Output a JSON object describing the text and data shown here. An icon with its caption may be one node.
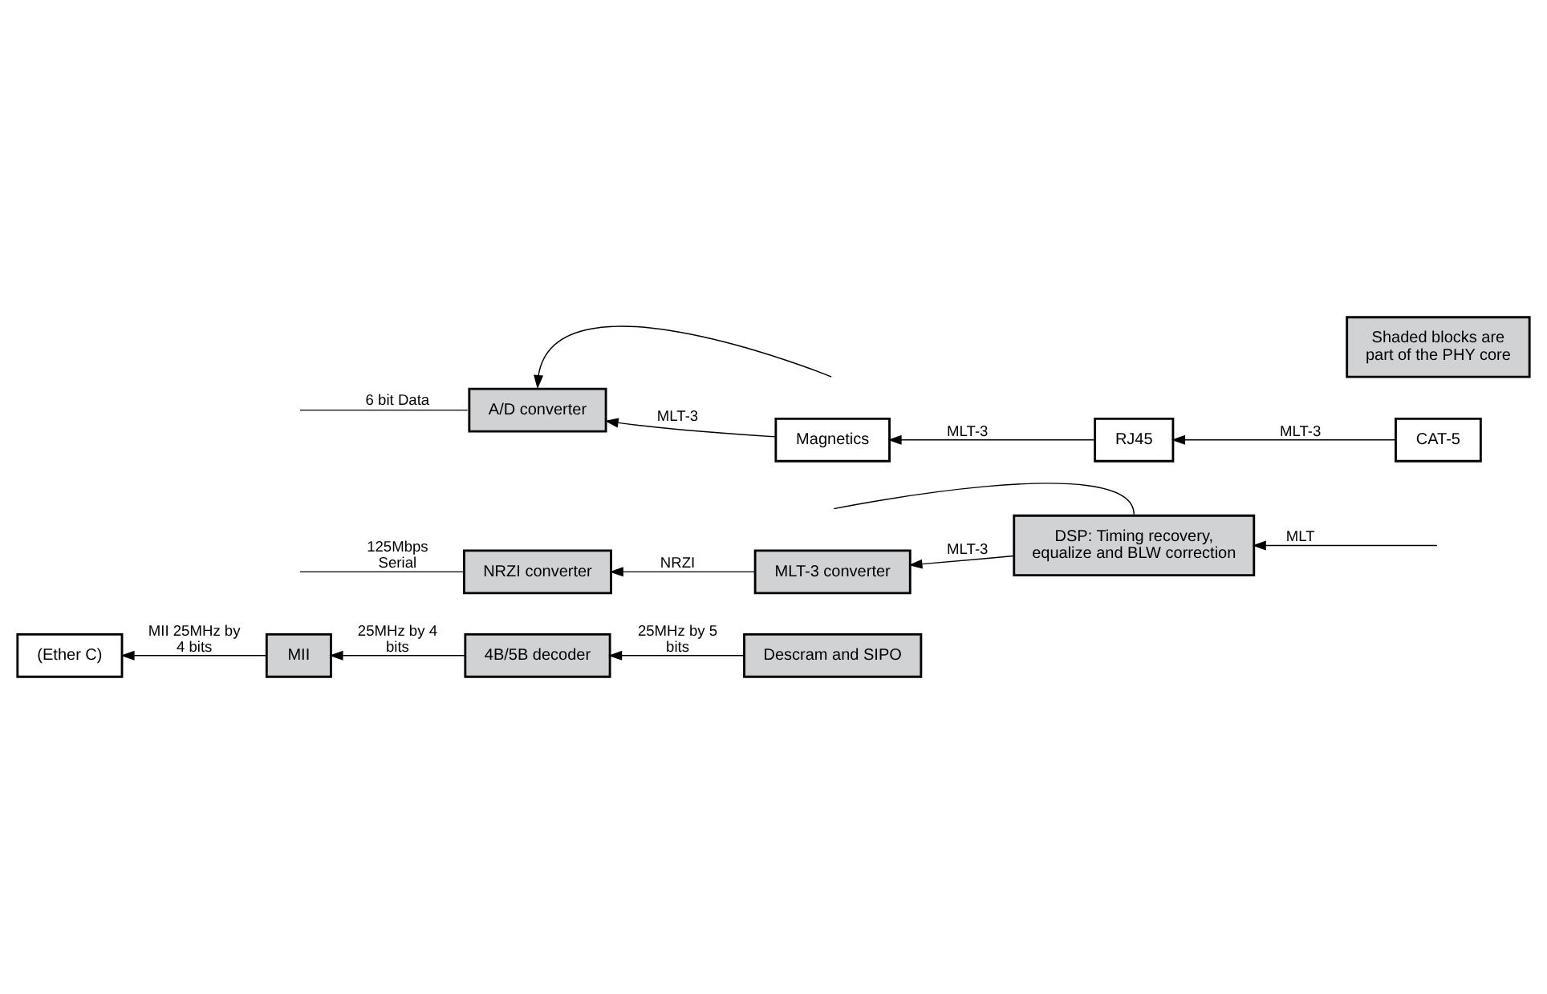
{
  "diagram": {
    "nodes": [
      {
        "text": [
          "(Ether C)"
        ]
      },
      {
        "text": [
          "MII"
        ]
      },
      {
        "text": [
          "4B/5B decoder"
        ]
      },
      {
        "text": [
          "Descram and SIPO"
        ]
      },
      {
        "text": [
          "NRZI converter"
        ]
      },
      {
        "text": [
          "MLT-3 converter"
        ]
      },
      {
        "text": [
          "DSP: Timing recovery, equalize and BLW correction"
        ]
      },
      {
        "text": [
          "A/D converter"
        ]
      },
      {
        "text": [
          "Magnetics"
        ]
      },
      {
        "text": [
          "RJ45"
        ]
      },
      {
        "text": [
          "CAT-5"
        ]
      }
    ],
    "edges": [
      {
        "from": 1,
        "to": 0,
        "arrow": "to",
        "label": "MII 25MHz by 4 bits"
      },
      {
        "from": 2,
        "to": 1,
        "arrow": "to",
        "label": "25MHz by 4 bits"
      },
      {
        "from": 3,
        "to": 2,
        "arrow": "to",
        "label": "25MHz by 5 bits"
      },
      {
        "from": 5,
        "to": 4,
        "arrow": "to",
        "label": "NRZI"
      },
      {
        "from": 6,
        "to": 5,
        "arrow": "to",
        "label": "MLT-3"
      },
      {
        "from": 6,
        "to": null,
        "arrow": "none"
      },
      {
        "from": 4,
        "to": null,
        "arrow": "none",
        "label": "125Mbps Serial"
      },
      {
        "from": null,
        "to": 6,
        "arrow": "to",
        "label": "MLT"
      },
      {
        "from": null,
        "to": 7,
        "arrow": "to"
      },
      {
        "from": 8,
        "to": 7,
        "arrow": "to",
        "label": "MLT-3"
      },
      {
        "from": 9,
        "to": 8,
        "arrow": "to",
        "label": "MLT-3"
      },
      {
        "from": 10,
        "to": 9,
        "arrow": "to",
        "label": "MLT-3"
      },
      {
        "from": 7,
        "to": null,
        "arrow": "none",
        "label": "6 bit Data"
      }
    ],
    "legend": [
      {
        "text": "Shaded blocks are part of the PHY core",
        "color": "#d1d2d4"
      }
    ]
  }
}
